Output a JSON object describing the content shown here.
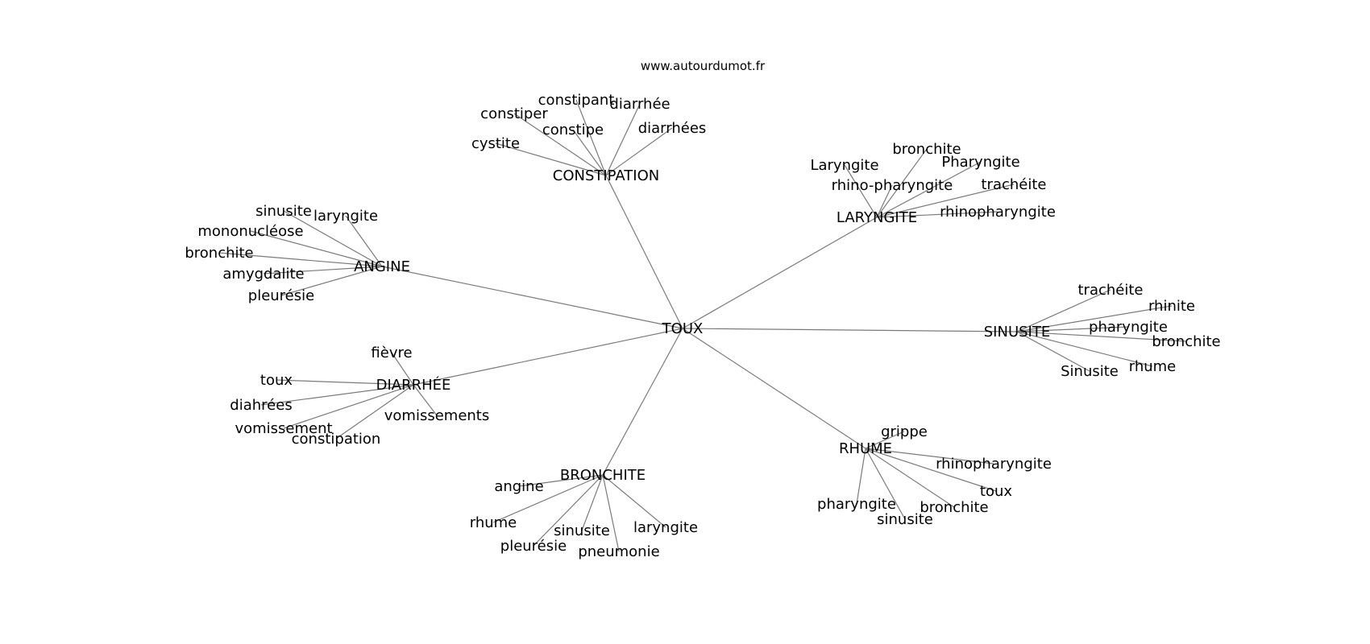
{
  "source": "www.autourdumot.fr",
  "center": "TOUX",
  "hubs": [
    {
      "label": "CONSTIPATION",
      "leaves": [
        "constipant",
        "diarrhée",
        "constiper",
        "constipe",
        "diarrhées",
        "cystite"
      ]
    },
    {
      "label": "LARYNGITE",
      "leaves": [
        "bronchite",
        "Laryngite",
        "Pharyngite",
        "rhino-pharyngite",
        "trachéite",
        "rhinopharyngite"
      ]
    },
    {
      "label": "ANGINE",
      "leaves": [
        "sinusite",
        "laryngite",
        "mononucléose",
        "bronchite",
        "amygdalite",
        "pleurésie"
      ]
    },
    {
      "label": "SINUSITE",
      "leaves": [
        "trachéite",
        "rhinite",
        "pharyngite",
        "bronchite",
        "rhume",
        "Sinusite"
      ]
    },
    {
      "label": "DIARRHÉE",
      "leaves": [
        "fièvre",
        "toux",
        "diahrées",
        "vomissements",
        "vomissement",
        "constipation"
      ]
    },
    {
      "label": "RHUME",
      "leaves": [
        "grippe",
        "rhinopharyngite",
        "toux",
        "bronchite",
        "pharyngite",
        "sinusite"
      ]
    },
    {
      "label": "BRONCHITE",
      "leaves": [
        "angine",
        "rhume",
        "laryngite",
        "sinusite",
        "pleurésie",
        "pneumonie"
      ]
    }
  ]
}
